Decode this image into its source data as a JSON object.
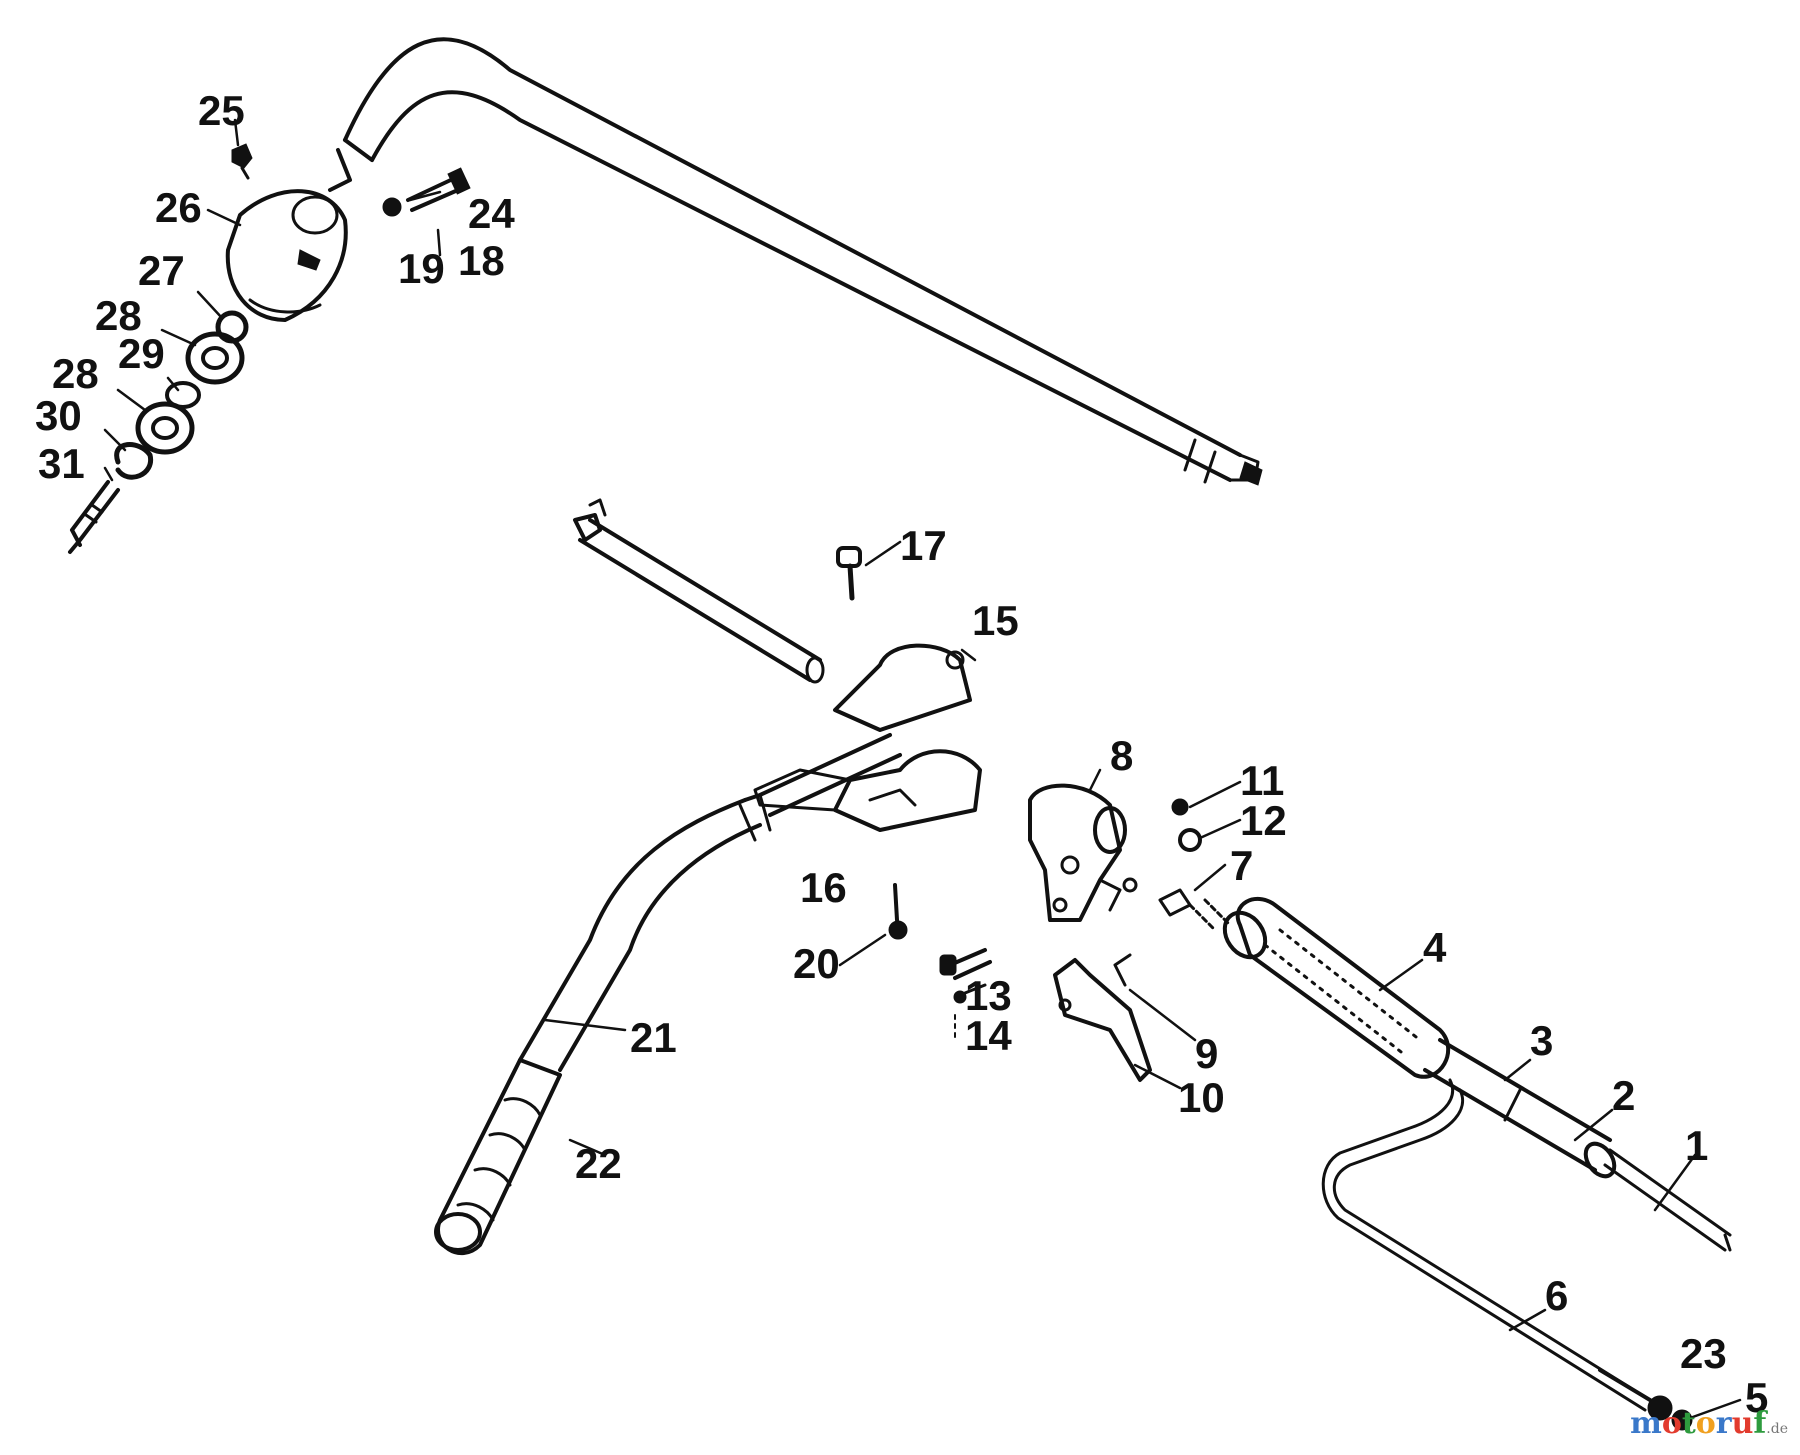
{
  "labels": [
    {
      "id": "1",
      "text": "1"
    },
    {
      "id": "2",
      "text": "2"
    },
    {
      "id": "3",
      "text": "3"
    },
    {
      "id": "4",
      "text": "4"
    },
    {
      "id": "5",
      "text": "5"
    },
    {
      "id": "6",
      "text": "6"
    },
    {
      "id": "7",
      "text": "7"
    },
    {
      "id": "8",
      "text": "8"
    },
    {
      "id": "9",
      "text": "9"
    },
    {
      "id": "10",
      "text": "10"
    },
    {
      "id": "11",
      "text": "11"
    },
    {
      "id": "12",
      "text": "12"
    },
    {
      "id": "13",
      "text": "13"
    },
    {
      "id": "14",
      "text": "14"
    },
    {
      "id": "15",
      "text": "15"
    },
    {
      "id": "16",
      "text": "16"
    },
    {
      "id": "17",
      "text": "17"
    },
    {
      "id": "18",
      "text": "18"
    },
    {
      "id": "19",
      "text": "19"
    },
    {
      "id": "20",
      "text": "20"
    },
    {
      "id": "21",
      "text": "21"
    },
    {
      "id": "22",
      "text": "22"
    },
    {
      "id": "23",
      "text": "23"
    },
    {
      "id": "24",
      "text": "24"
    },
    {
      "id": "25",
      "text": "25"
    },
    {
      "id": "26",
      "text": "26"
    },
    {
      "id": "27",
      "text": "27"
    },
    {
      "id": "28a",
      "text": "28"
    },
    {
      "id": "28b",
      "text": "28"
    },
    {
      "id": "29",
      "text": "29"
    },
    {
      "id": "30",
      "text": "30"
    },
    {
      "id": "31",
      "text": "31"
    }
  ],
  "watermark": {
    "letters": [
      "m",
      "o",
      "t",
      "o",
      "r",
      "u",
      "f"
    ],
    "letter_colors": [
      "#3a78c9",
      "#e23b2e",
      "#2e9b3e",
      "#f0a020",
      "#3a78c9",
      "#e23b2e",
      "#2e9b3e"
    ],
    "suffix": ".de"
  },
  "colors": {
    "ink": "#111111",
    "background": "#ffffff"
  }
}
